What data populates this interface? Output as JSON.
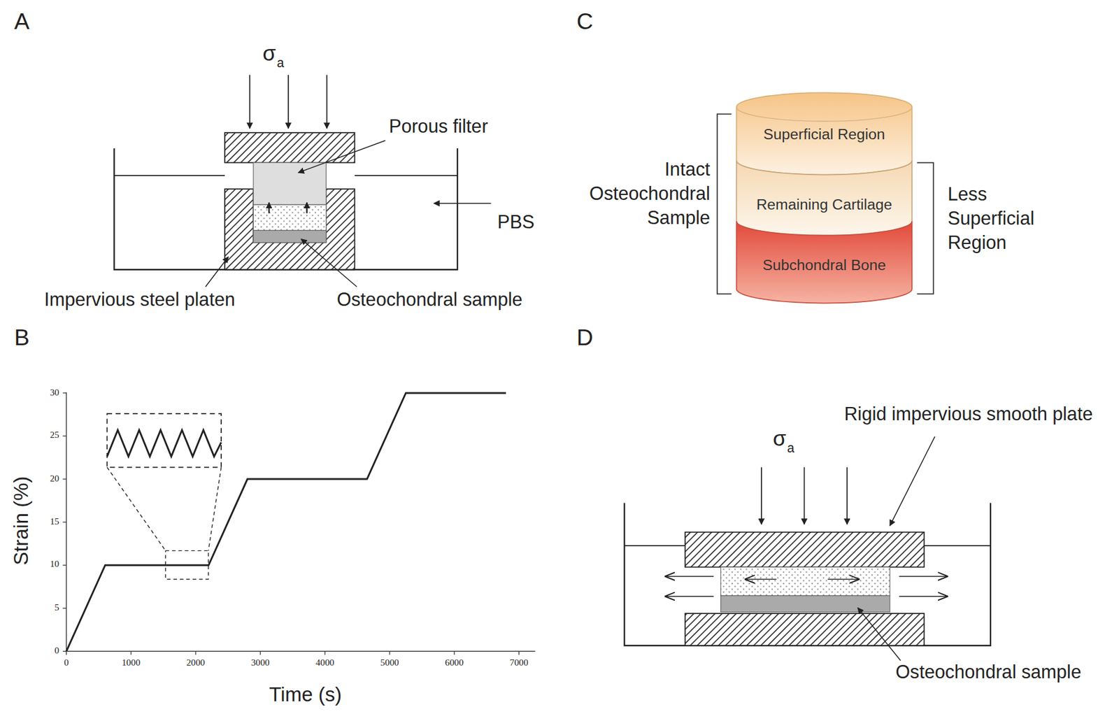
{
  "diagram": {
    "nodes": [
      {
        "text": [
          "Superficial Region"
        ]
      },
      {
        "text": [
          "Remaining Cartilage"
        ]
      },
      {
        "text": [
          "Subchondral Bone"
        ]
      }
    ],
    "labels": [
      "A",
      "σ",
      "a",
      "Porous filter",
      "PBS",
      "Impervious steel platen",
      "Osteochondral sample",
      "B",
      "30",
      "25",
      "20",
      "15",
      "10",
      "5",
      "0",
      "0",
      "1000",
      "2000",
      "3000",
      "4000",
      "5000",
      "6000",
      "7000",
      "Strain (%)",
      "Time (s)",
      "C",
      "Intact Osteochondral Sample",
      "Less Superficial Region",
      "D",
      "σ",
      "a",
      "Rigid impervious smooth plate",
      "Osteochondral sample"
    ]
  }
}
